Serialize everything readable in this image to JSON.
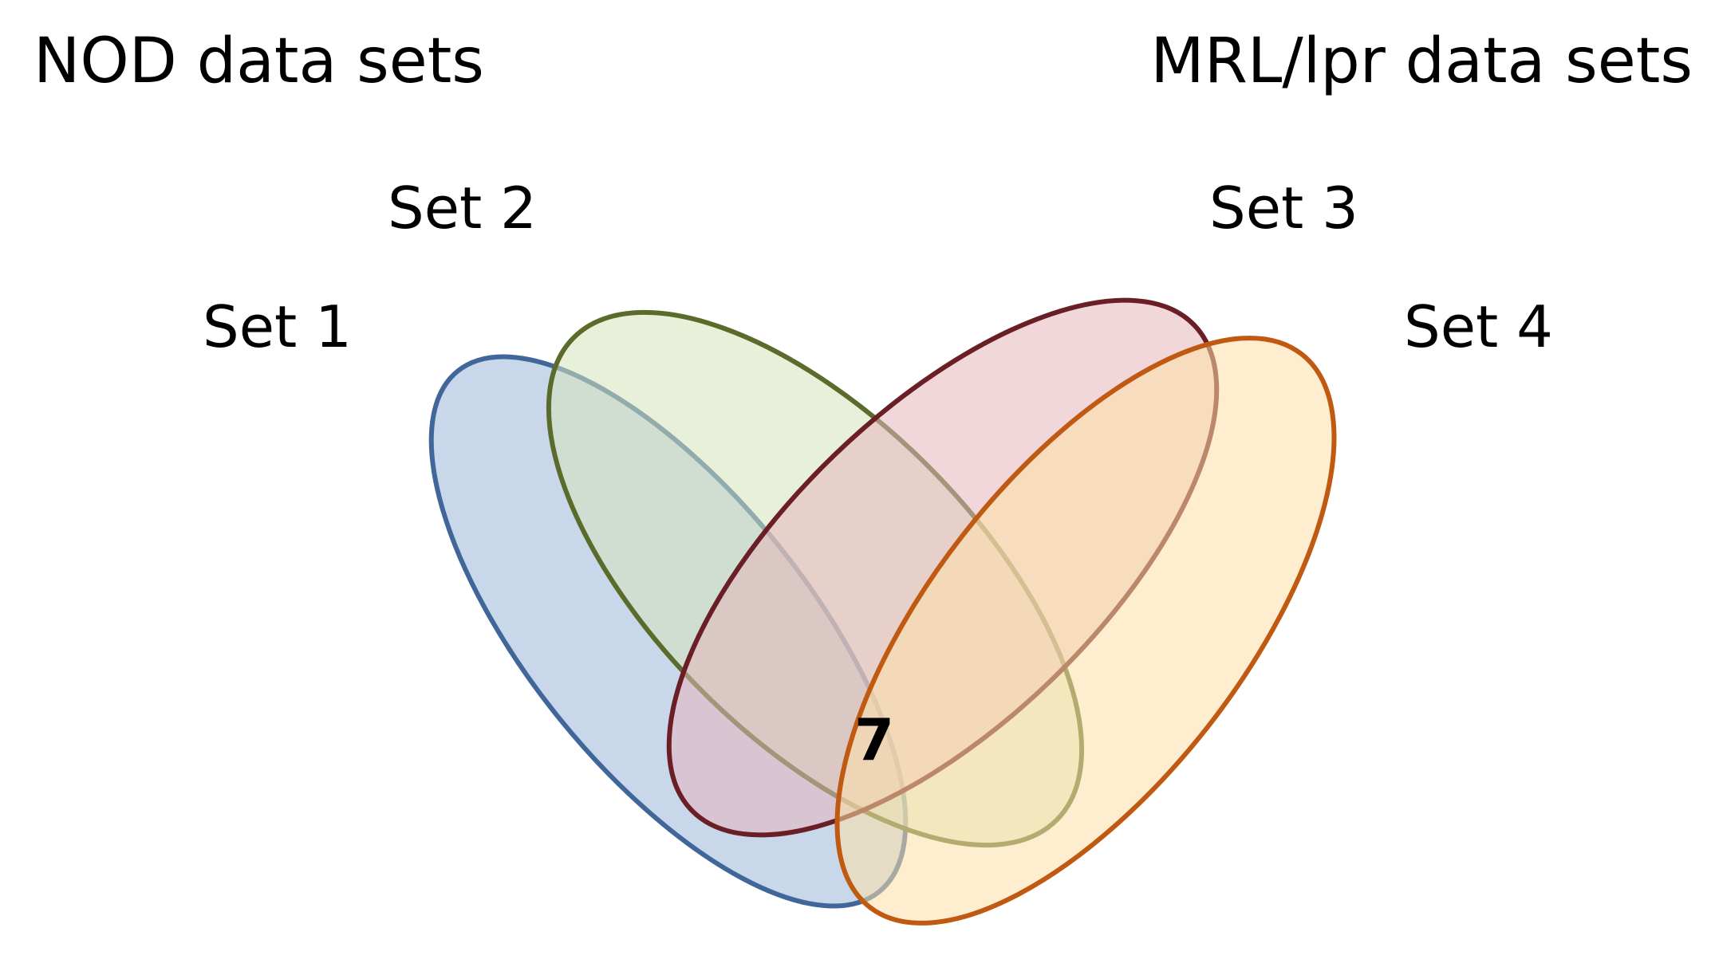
{
  "titles": {
    "left": "NOD data sets",
    "right": "MRL/lpr data sets"
  },
  "sets": [
    {
      "id": "set1",
      "label": "Set 1",
      "fill": "#B8CCE4",
      "stroke": "#41679A",
      "group": "NOD data sets"
    },
    {
      "id": "set2",
      "label": "Set 2",
      "fill": "#D6E4BC",
      "stroke": "#5A6B2B",
      "group": "NOD data sets"
    },
    {
      "id": "set3",
      "label": "Set 3",
      "fill": "#E6B6BC",
      "stroke": "#6A1E25",
      "group": "MRL/lpr data sets"
    },
    {
      "id": "set4",
      "label": "Set 4",
      "fill": "#FDE0A8",
      "stroke": "#C05A12",
      "group": "MRL/lpr data sets"
    }
  ],
  "intersection": {
    "sets": [
      "Set 1",
      "Set 2",
      "Set 3",
      "Set 4"
    ],
    "count": "7"
  }
}
